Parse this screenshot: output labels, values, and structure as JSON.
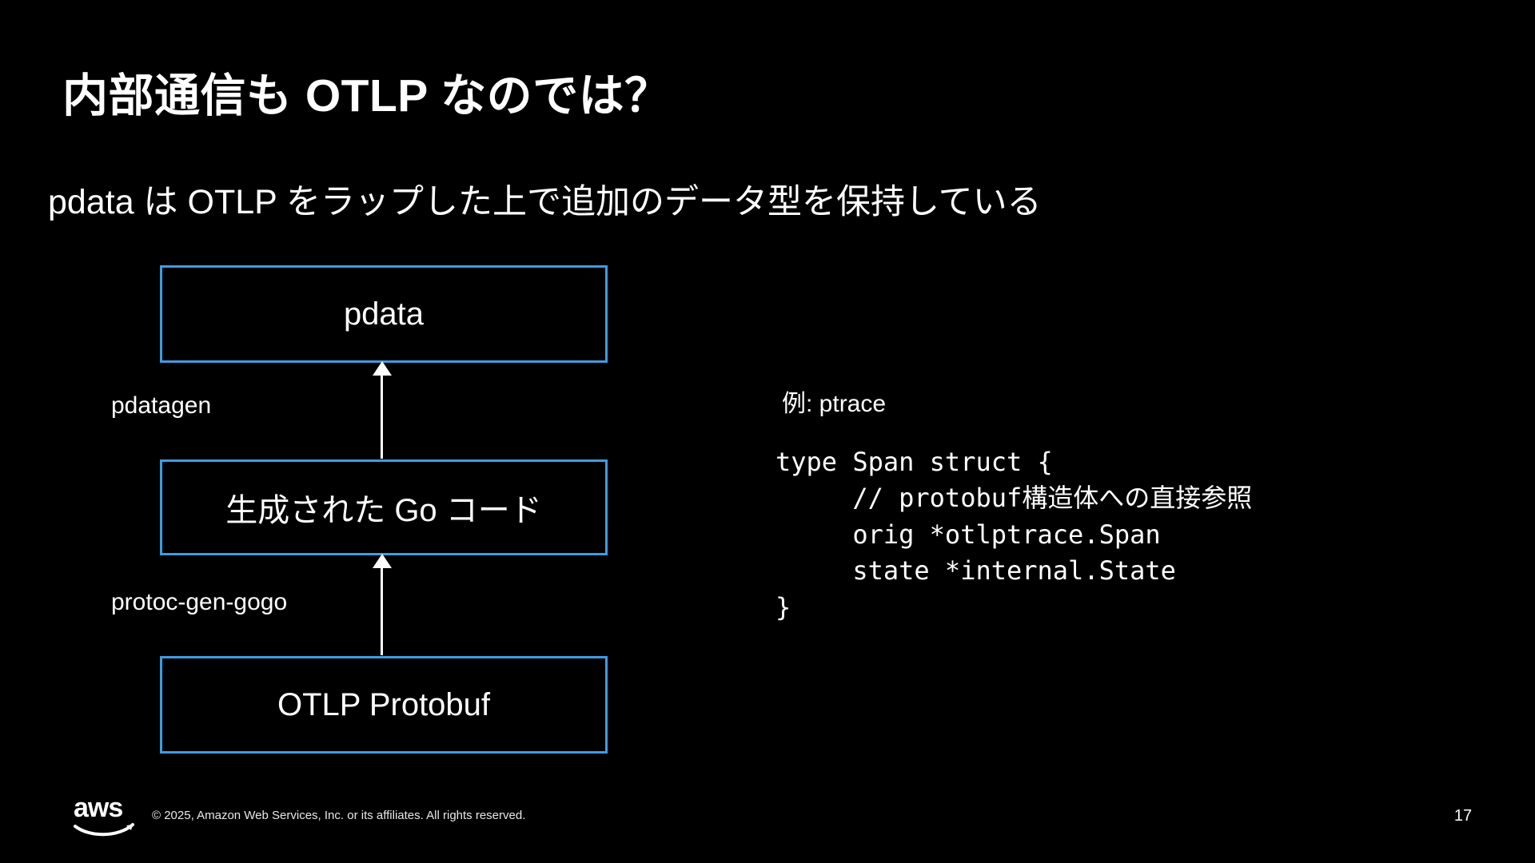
{
  "slide": {
    "title": "内部通信も OTLP なのでは？",
    "subtitle": "pdata は OTLP をラップした上で追加のデータ型を保持している",
    "page_number": "17",
    "background_color": "#000000",
    "accent_color": "#3e9ce3",
    "text_color": "#ffffff"
  },
  "diagram": {
    "type": "flow-stack",
    "nodes": [
      {
        "id": "pdata",
        "label": "pdata"
      },
      {
        "id": "gocode",
        "label": "生成された Go コード"
      },
      {
        "id": "protobuf",
        "label": "OTLP Protobuf"
      }
    ],
    "edges": [
      {
        "from": "gocode",
        "to": "pdata",
        "label": "pdatagen",
        "direction": "up"
      },
      {
        "from": "protobuf",
        "to": "gocode",
        "label": "protoc-gen-gogo",
        "direction": "up"
      }
    ]
  },
  "code_panel": {
    "caption": "例: ptrace",
    "code": "type Span struct {\n     // protobuf構造体への直接参照\n     orig *otlptrace.Span\n     state *internal.State\n}",
    "language": "go"
  },
  "footer": {
    "logo": "aws-logo",
    "copyright": "© 2025, Amazon Web Services, Inc. or its affiliates. All rights reserved."
  }
}
